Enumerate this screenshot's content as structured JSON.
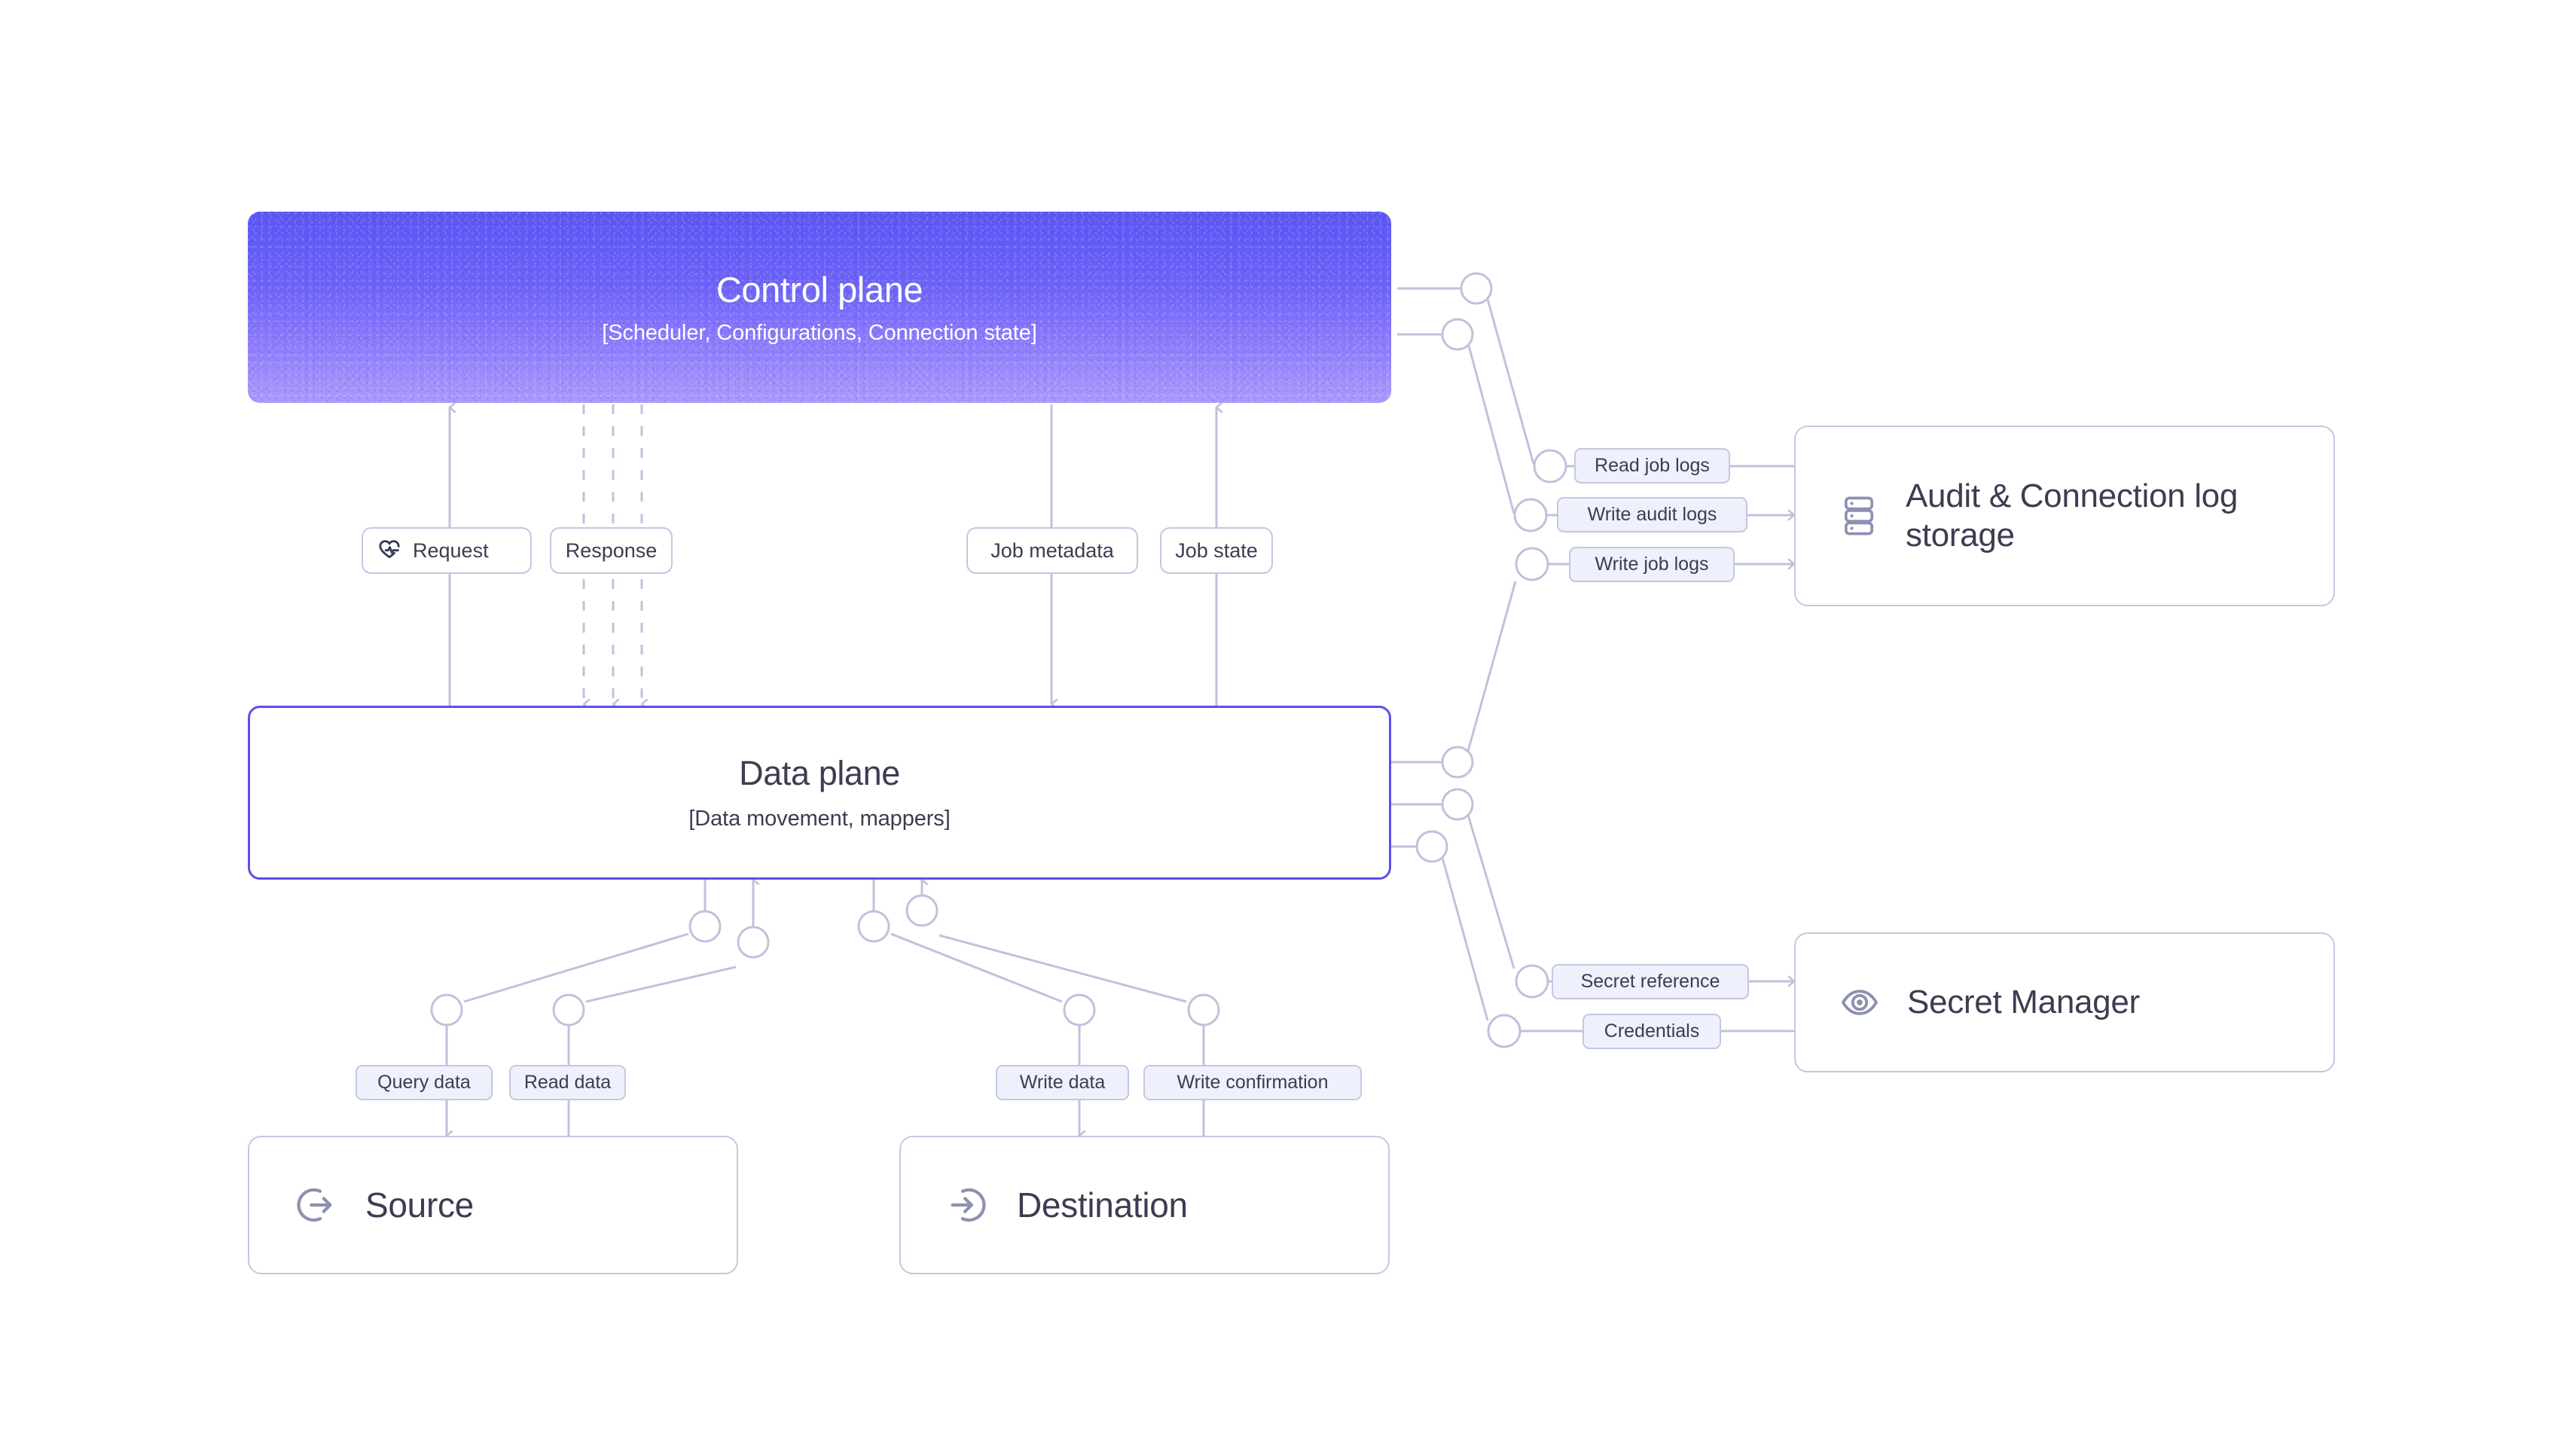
{
  "diagram": {
    "title": "Control plane / Data plane architecture",
    "colors": {
      "control_plane_gradient_top": "#5a57f4",
      "control_plane_gradient_bottom": "#ab9bfa",
      "data_plane_border": "#5b4ff0",
      "wire": "#c0c1dc",
      "label_tint": "#eef0fb",
      "text": "#3c3c52",
      "card_border": "#c5c6e0",
      "page_background": "#ffffff"
    },
    "planes": [
      {
        "id": "control-plane",
        "title": "Control plane",
        "subtitle": "[Scheduler, Configurations, Connection state]"
      },
      {
        "id": "data-plane",
        "title": "Data plane",
        "subtitle": "[Data movement, mappers]"
      }
    ],
    "cards": [
      {
        "id": "audit",
        "label": "Audit & Connection log storage",
        "icon": "database-stack-icon"
      },
      {
        "id": "secret",
        "label": "Secret Manager",
        "icon": "eye-target-icon"
      },
      {
        "id": "source",
        "label": "Source",
        "icon": "log-out-circle-icon"
      },
      {
        "id": "destination",
        "label": "Destination",
        "icon": "log-in-circle-icon"
      }
    ],
    "edge_labels": {
      "request": {
        "text": "Request",
        "icon": "activity-heart-icon",
        "tinted": false
      },
      "response": {
        "text": "Response",
        "tinted": false
      },
      "job_metadata": {
        "text": "Job metadata",
        "tinted": false
      },
      "job_state": {
        "text": "Job state",
        "tinted": false
      },
      "read_job_logs": {
        "text": "Read job logs",
        "tinted": true
      },
      "write_audit_logs": {
        "text": "Write audit logs",
        "tinted": true
      },
      "write_job_logs": {
        "text": "Write job logs",
        "tinted": true
      },
      "secret_reference": {
        "text": "Secret reference",
        "tinted": true
      },
      "credentials": {
        "text": "Credentials",
        "tinted": true
      },
      "query_data": {
        "text": "Query data",
        "tinted": true
      },
      "read_data": {
        "text": "Read data",
        "tinted": true
      },
      "write_data": {
        "text": "Write data",
        "tinted": true
      },
      "write_confirmation": {
        "text": "Write confirmation",
        "tinted": true
      }
    },
    "connections": [
      {
        "from": "data-plane",
        "to": "control-plane",
        "label": "Request",
        "direction": "up",
        "style": "solid"
      },
      {
        "from": "control-plane",
        "to": "data-plane",
        "label": "Response",
        "direction": "down",
        "style": "dashed"
      },
      {
        "from": "control-plane",
        "to": "data-plane",
        "label": "Job metadata",
        "direction": "down",
        "style": "solid"
      },
      {
        "from": "data-plane",
        "to": "control-plane",
        "label": "Job state",
        "direction": "up",
        "style": "solid"
      },
      {
        "from": "audit",
        "to": "control-plane",
        "label": "Read job logs",
        "direction": "left",
        "style": "solid"
      },
      {
        "from": "control-plane",
        "to": "audit",
        "label": "Write audit logs",
        "direction": "right",
        "style": "solid"
      },
      {
        "from": "data-plane",
        "to": "audit",
        "label": "Write job logs",
        "direction": "right",
        "style": "solid"
      },
      {
        "from": "data-plane",
        "to": "secret",
        "label": "Secret reference",
        "direction": "right",
        "style": "solid"
      },
      {
        "from": "secret",
        "to": "data-plane",
        "label": "Credentials",
        "direction": "left",
        "style": "solid"
      },
      {
        "from": "data-plane",
        "to": "source",
        "label": "Query data",
        "direction": "down",
        "style": "solid"
      },
      {
        "from": "source",
        "to": "data-plane",
        "label": "Read data",
        "direction": "up",
        "style": "solid"
      },
      {
        "from": "data-plane",
        "to": "destination",
        "label": "Write data",
        "direction": "down",
        "style": "solid"
      },
      {
        "from": "destination",
        "to": "data-plane",
        "label": "Write confirmation",
        "direction": "up",
        "style": "solid"
      }
    ]
  }
}
